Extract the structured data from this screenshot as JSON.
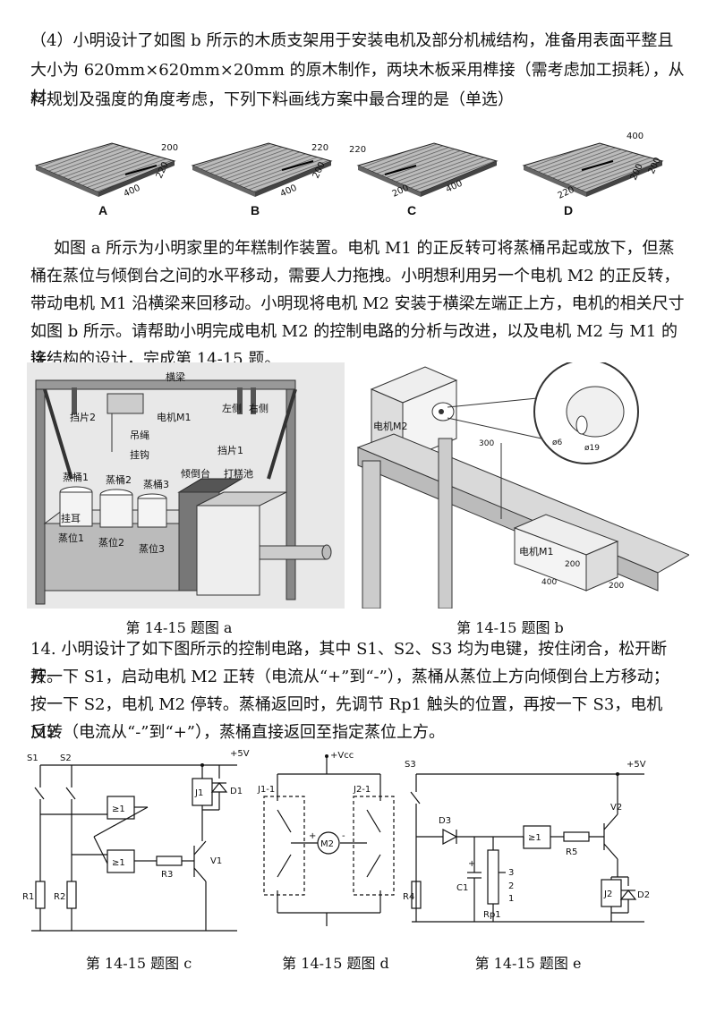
{
  "q4": {
    "line1": "（4）小明设计了如图 b 所示的木质支架用于安装电机及部分机械结构，准备用表面平整且",
    "line2": "大小为 620mm×620mm×20mm 的原木制作，两块木板采用榫接（需考虑加工损耗），从材",
    "line3": "料规划及强度的角度考虑，下列下料画线方案中最合理的是（单选）"
  },
  "boards": [
    {
      "letter": "A",
      "dims": [
        "200",
        "220",
        "400"
      ]
    },
    {
      "letter": "B",
      "dims": [
        "220",
        "200",
        "400"
      ]
    },
    {
      "letter": "C",
      "dims": [
        "220",
        "200",
        "400"
      ]
    },
    {
      "letter": "D",
      "dims": [
        "400",
        "200",
        "200",
        "220"
      ]
    }
  ],
  "intro": {
    "line1": "如图 a 所示为小明家里的年糕制作装置。电机 M1 的正反转可将蒸桶吊起或放下，但蒸",
    "line2": "桶在蒸位与倾倒台之间的水平移动，需要人力拖拽。小明想利用另一个电机 M2 的正反转，",
    "line3": "带动电机 M1 沿横梁来回移动。小明现将电机 M2 安装于横梁左端正上方，电机的相关尺寸",
    "line4": "如图 b 所示。请帮助小明完成电机 M2 的控制电路的分析与改进，以及电机 M2 与 M1 的连",
    "line5": "接结构的设计，完成第 14-15 题。"
  },
  "fig_a": {
    "labels": {
      "beam": "横梁",
      "stop2": "挡片2",
      "motor_m1": "电机M1",
      "left_side": "左侧",
      "right_side": "右侧",
      "rope": "吊绳",
      "hook": "挂钩",
      "stop1": "挡片1",
      "bucket1": "蒸桶1",
      "bucket2": "蒸桶2",
      "bucket3": "蒸桶3",
      "tilt_table": "倾倒台",
      "pound_pool": "打糕池",
      "ear": "挂耳",
      "pos1": "蒸位1",
      "pos2": "蒸位2",
      "pos3": "蒸位3"
    },
    "caption": "第 14-15 题图 a"
  },
  "fig_b": {
    "labels": {
      "motor_m2": "电机M2",
      "motor_m1": "电机M1",
      "dim_300": "300",
      "dim_phi6": "ø6",
      "dim_phi19": "ø19",
      "dim_200a": "200",
      "dim_400": "400",
      "dim_200b": "200"
    },
    "caption": "第 14-15 题图 b"
  },
  "q14": {
    "line1": "14. 小明设计了如下图所示的控制电路，其中 S1、S2、S3 均为电键，按住闭合，松开断开。",
    "line2": "按一下 S1，启动电机 M2 正转（电流从“+”到“-”），蒸桶从蒸位上方向倾倒台上方移动；",
    "line3": "按一下 S2，电机 M2 停转。蒸桶返回时，先调节 Rp1 触头的位置，再按一下 S3，电机 M2",
    "line4": "反转（电流从“-”到“+”），蒸桶直接返回至指定蒸位上方。"
  },
  "fig_c": {
    "labels": {
      "s1": "S1",
      "s2": "S2",
      "vcc": "+5V",
      "j1": "J1",
      "d1": "D1",
      "gate": "≥1",
      "gate2": "≥1",
      "r3": "R3",
      "v1": "V1",
      "r1": "R1",
      "r2": "R2"
    },
    "caption": "第 14-15 题图 c"
  },
  "fig_d": {
    "labels": {
      "vcc": "+Vcc",
      "j11": "J1-1",
      "j21": "J2-1",
      "m2": "M2",
      "plus": "+",
      "minus": "-"
    },
    "caption": "第 14-15 题图 d"
  },
  "fig_e": {
    "labels": {
      "s3": "S3",
      "vcc": "+5V",
      "d3": "D3",
      "gate": "≥1",
      "r5": "R5",
      "v2": "V2",
      "r4": "R4",
      "c1": "C1",
      "rp1": "Rp1",
      "t3": "3",
      "t2": "2",
      "t1": "1",
      "j2": "J2",
      "d2": "D2",
      "plus": "+"
    },
    "caption": "第 14-15 题图 e"
  }
}
